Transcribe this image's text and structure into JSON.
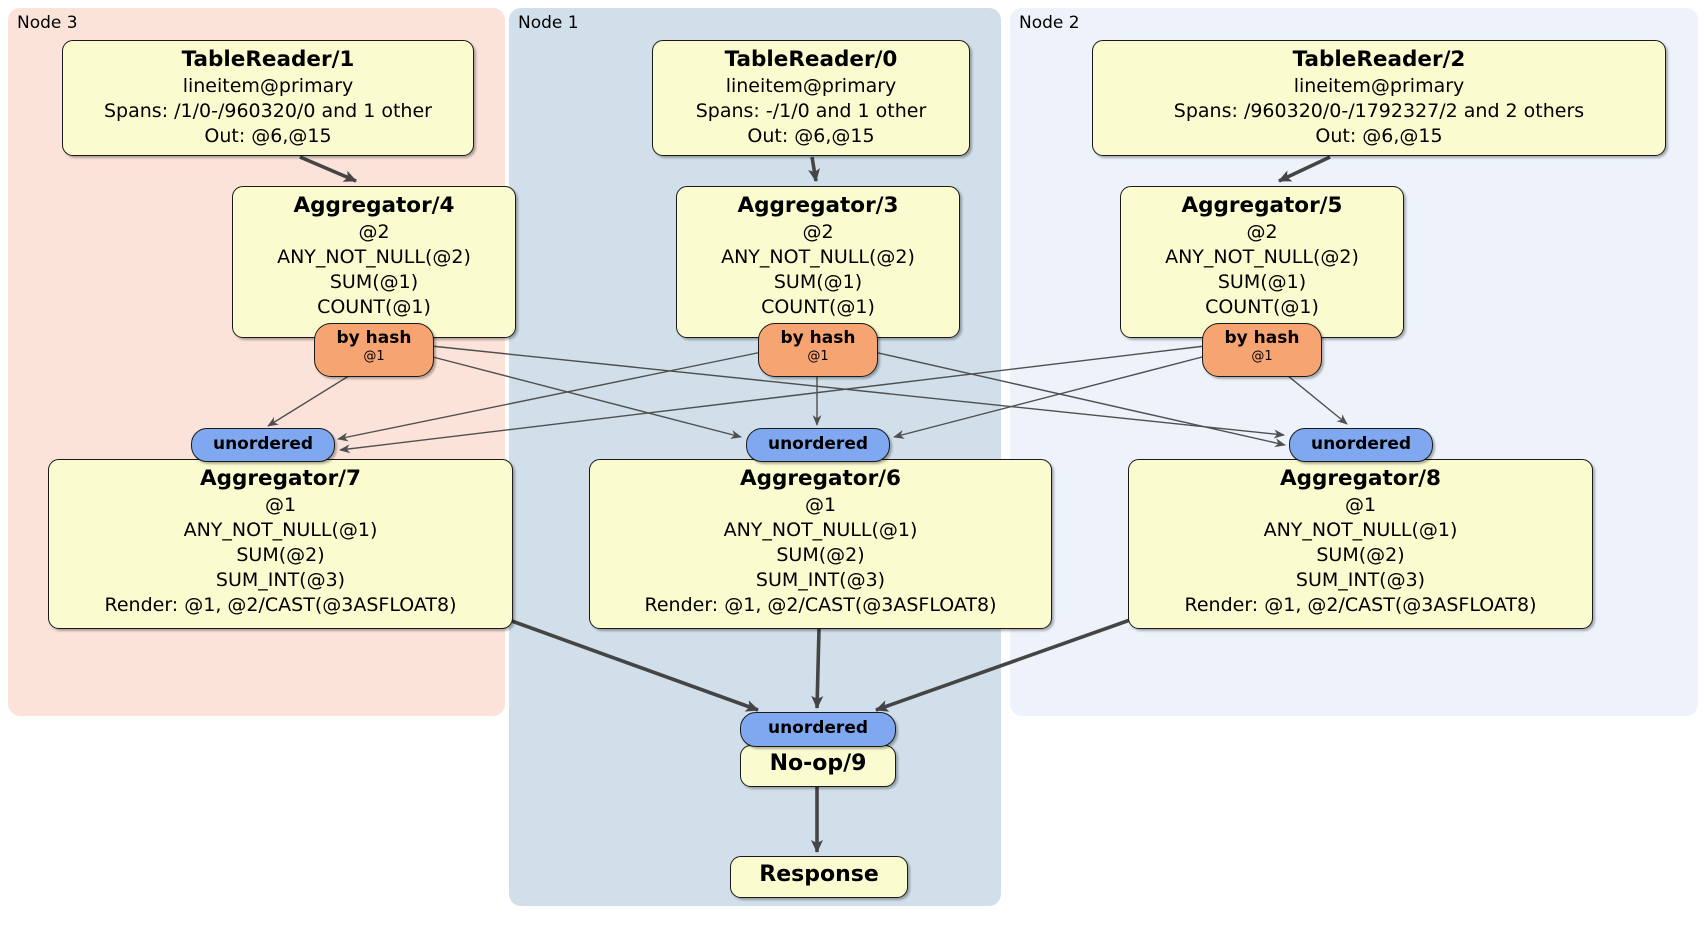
{
  "diagram_type": "distributed SQL physical plan",
  "groups": [
    {
      "label": "Node 3",
      "bg": "#fce3d9"
    },
    {
      "label": "Node 1",
      "bg": "#d0dfe9"
    },
    {
      "label": "Node 2",
      "bg": "#edf2fb"
    }
  ],
  "processors": {
    "tr1": {
      "title": "TableReader/1",
      "lines": [
        "lineitem@primary",
        "Spans: /1/0-/960320/0 and 1 other",
        "Out: @6,@15"
      ]
    },
    "tr0": {
      "title": "TableReader/0",
      "lines": [
        "lineitem@primary",
        "Spans: -/1/0 and 1 other",
        "Out: @6,@15"
      ]
    },
    "tr2": {
      "title": "TableReader/2",
      "lines": [
        "lineitem@primary",
        "Spans: /960320/0-/1792327/2 and 2 others",
        "Out: @6,@15"
      ]
    },
    "agg4": {
      "title": "Aggregator/4",
      "lines": [
        "@2",
        "ANY_NOT_NULL(@2)",
        "SUM(@1)",
        "COUNT(@1)"
      ]
    },
    "agg3": {
      "title": "Aggregator/3",
      "lines": [
        "@2",
        "ANY_NOT_NULL(@2)",
        "SUM(@1)",
        "COUNT(@1)"
      ]
    },
    "agg5": {
      "title": "Aggregator/5",
      "lines": [
        "@2",
        "ANY_NOT_NULL(@2)",
        "SUM(@1)",
        "COUNT(@1)"
      ]
    },
    "agg7": {
      "title": "Aggregator/7",
      "lines": [
        "@1",
        "ANY_NOT_NULL(@1)",
        "SUM(@2)",
        "SUM_INT(@3)",
        "Render: @1, @2/CAST(@3ASFLOAT8)"
      ]
    },
    "agg6": {
      "title": "Aggregator/6",
      "lines": [
        "@1",
        "ANY_NOT_NULL(@1)",
        "SUM(@2)",
        "SUM_INT(@3)",
        "Render: @1, @2/CAST(@3ASFLOAT8)"
      ]
    },
    "agg8": {
      "title": "Aggregator/8",
      "lines": [
        "@1",
        "ANY_NOT_NULL(@1)",
        "SUM(@2)",
        "SUM_INT(@3)",
        "Render: @1, @2/CAST(@3ASFLOAT8)"
      ]
    },
    "noop": {
      "title": "No-op/9"
    },
    "response": {
      "title": "Response"
    }
  },
  "router": {
    "label": "by hash",
    "sub": "@1"
  },
  "sync": {
    "label": "unordered"
  },
  "edges": [
    "TableReader/1 -> Aggregator/4",
    "TableReader/0 -> Aggregator/3",
    "TableReader/2 -> Aggregator/5",
    "Aggregator/4 (by hash @1) -> unordered of Aggregator/7",
    "Aggregator/4 (by hash @1) -> unordered of Aggregator/6",
    "Aggregator/4 (by hash @1) -> unordered of Aggregator/8",
    "Aggregator/3 (by hash @1) -> unordered of Aggregator/7",
    "Aggregator/3 (by hash @1) -> unordered of Aggregator/6",
    "Aggregator/3 (by hash @1) -> unordered of Aggregator/8",
    "Aggregator/5 (by hash @1) -> unordered of Aggregator/7",
    "Aggregator/5 (by hash @1) -> unordered of Aggregator/6",
    "Aggregator/5 (by hash @1) -> unordered of Aggregator/8",
    "Aggregator/7 -> unordered of No-op/9",
    "Aggregator/6 -> unordered of No-op/9",
    "Aggregator/8 -> unordered of No-op/9",
    "No-op/9 -> Response"
  ],
  "colors": {
    "processor_fill": "#fbfbd0",
    "router_fill": "#f7a473",
    "sync_fill": "#7fa8f1",
    "node1_bg": "#d0dfe9",
    "node2_bg": "#edf2fb",
    "node3_bg": "#fce3d9",
    "edge_thin": "#4f4f4f",
    "edge_thick": "#454545"
  }
}
